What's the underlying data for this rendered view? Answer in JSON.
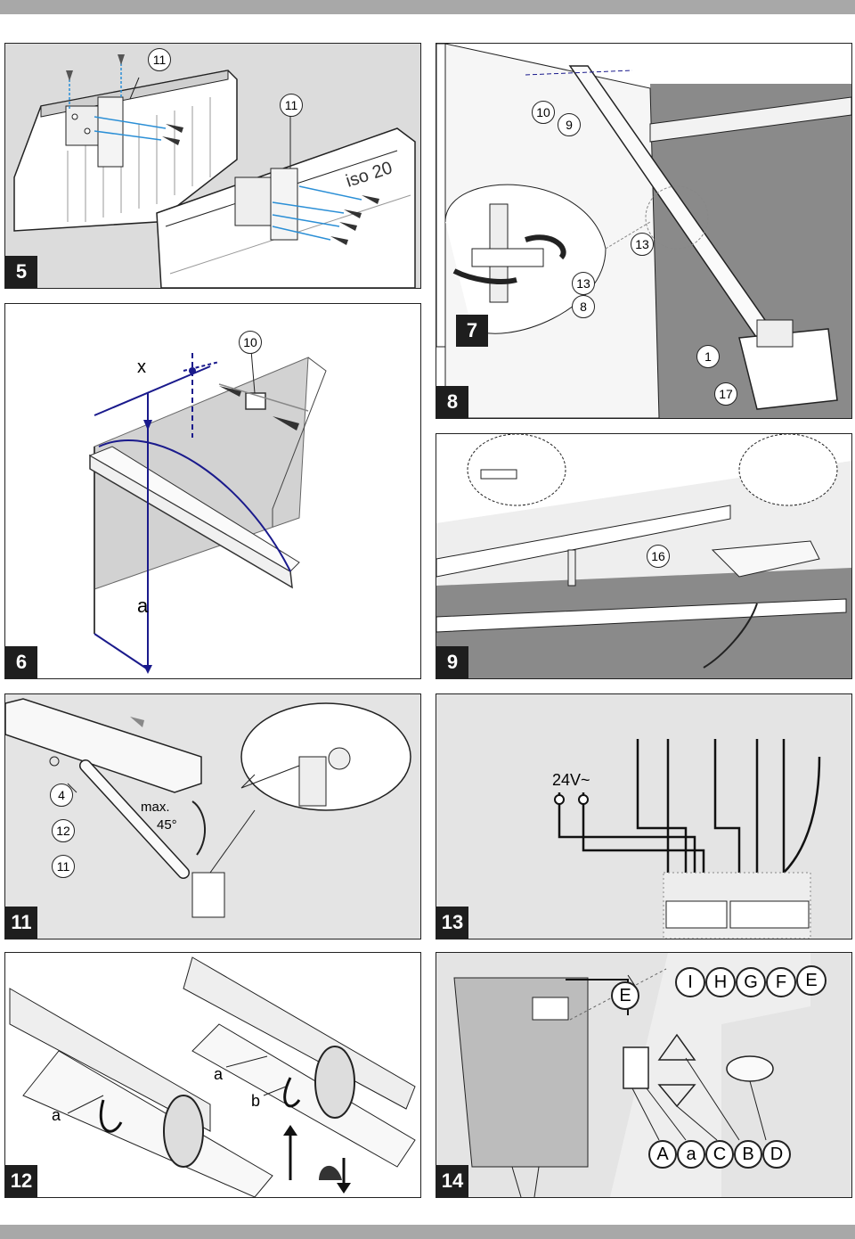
{
  "panels": {
    "p5": {
      "number": "5",
      "callouts": [
        "11",
        "11"
      ],
      "label": "iso 20"
    },
    "p6": {
      "number": "6",
      "callouts": [
        "10"
      ],
      "labels": [
        "x",
        "a"
      ]
    },
    "p7": {
      "number": "7",
      "callouts": [
        "10",
        "9",
        "13",
        "13",
        "8",
        "1",
        "17"
      ]
    },
    "p8": {
      "number": "8"
    },
    "p9": {
      "number": "9",
      "callouts": [
        "16"
      ]
    },
    "p11": {
      "number": "11",
      "callouts": [
        "4",
        "12",
        "11"
      ],
      "angle_label": [
        "max.",
        "45°"
      ]
    },
    "p12": {
      "number": "12",
      "labels": [
        "a",
        "a",
        "b"
      ]
    },
    "p13": {
      "number": "13",
      "voltage": "24V~",
      "terminal_letters": [
        "I",
        "H",
        "G",
        "F",
        "E"
      ],
      "cable_label": "E"
    },
    "p14": {
      "number": "14",
      "control_letters": [
        "A",
        "a",
        "C",
        "B",
        "D"
      ]
    }
  },
  "colors": {
    "accent": "#1a1a8c",
    "callout_blue": "#2b8fd6",
    "panel_bg": "#e4e4e4",
    "dark_bg": "#8a8a8a",
    "badge": "#1e1e1e"
  }
}
